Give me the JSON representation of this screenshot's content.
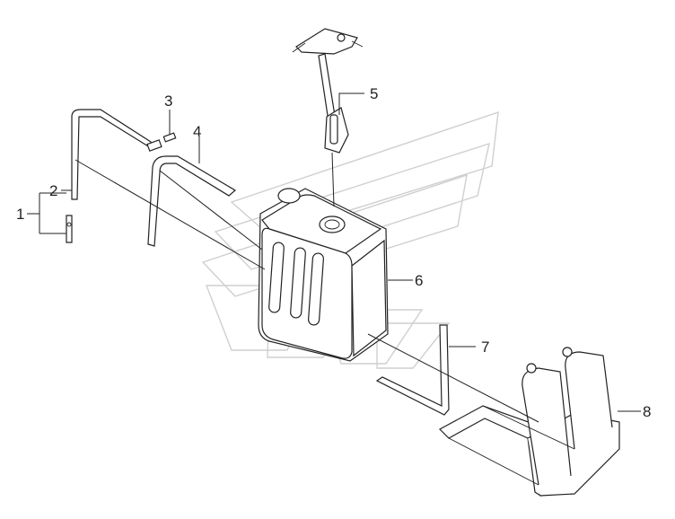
{
  "callouts": {
    "c1": "1",
    "c2": "2",
    "c3": "3",
    "c4": "4",
    "c5": "5",
    "c6": "6",
    "c7": "7",
    "c8": "8"
  },
  "colors": {
    "line": "#222222",
    "watermark": "#cfcfcf",
    "background": "#ffffff"
  }
}
